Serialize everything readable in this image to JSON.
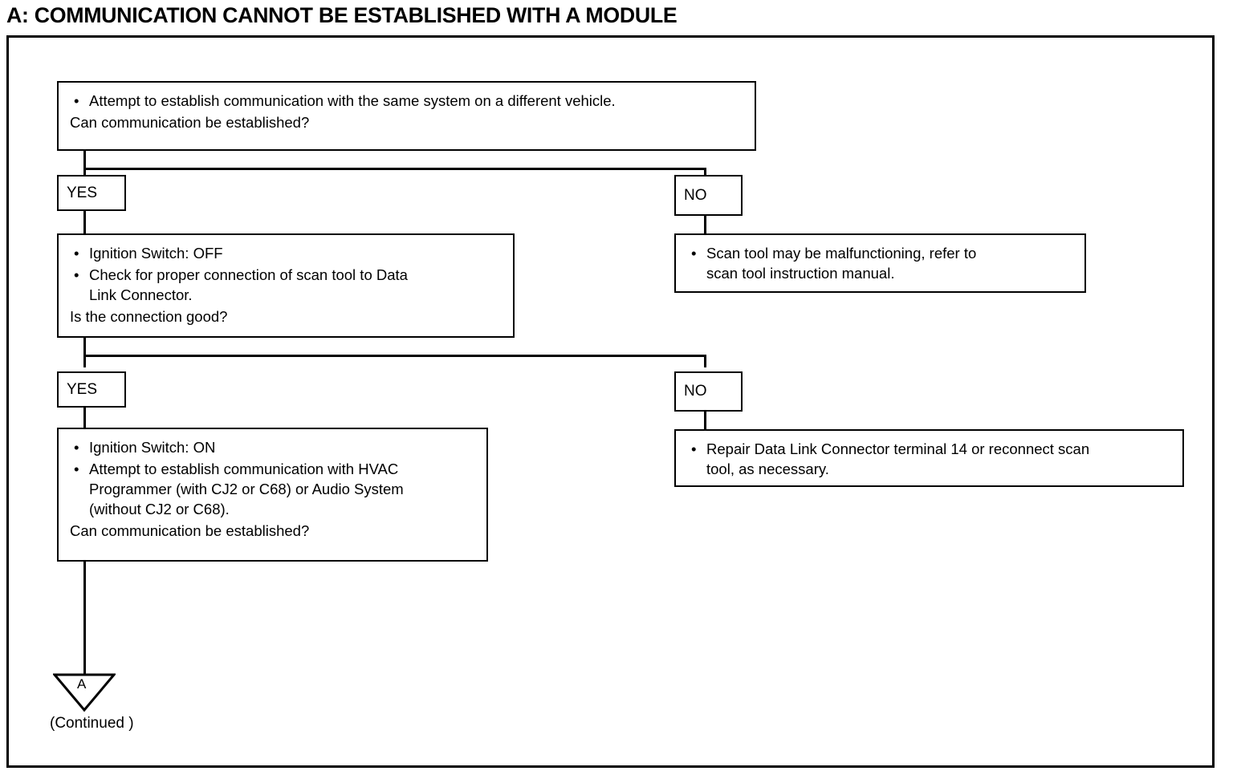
{
  "title": "A:  COMMUNICATION CANNOT BE ESTABLISHED WITH A MODULE",
  "bullet_glyph": "•",
  "boxes": {
    "step1": {
      "bullet1": "Attempt to establish communication with the same system on a different vehicle.",
      "question": "Can communication be established?"
    },
    "step1_yes": {
      "label": "YES"
    },
    "step1_no": {
      "label": "NO"
    },
    "step2": {
      "bullet1": "Ignition Switch:  OFF",
      "bullet2_line1": "Check for proper connection of scan tool to Data",
      "bullet2_line2": "Link Connector.",
      "question": "Is the connection good?"
    },
    "step1_no_result": {
      "bullet1_line1": "Scan tool may be malfunctioning, refer to",
      "bullet1_line2": "scan tool instruction manual."
    },
    "step2_yes": {
      "label": "YES"
    },
    "step2_no": {
      "label": "NO"
    },
    "step3": {
      "bullet1": "Ignition Switch:  ON",
      "bullet2_line1": "Attempt to establish communication with HVAC",
      "bullet2_line2": "Programmer (with CJ2 or C68) or Audio System",
      "bullet2_line3": "(without CJ2 or C68).",
      "question": "Can communication be established?"
    },
    "step2_no_result": {
      "bullet1_line1": "Repair Data Link Connector terminal 14 or reconnect scan",
      "bullet1_line2": "tool, as necessary."
    }
  },
  "connector": {
    "letter": "A",
    "caption": "(Continued )"
  },
  "colors": {
    "ink": "#000000",
    "paper": "#ffffff"
  }
}
